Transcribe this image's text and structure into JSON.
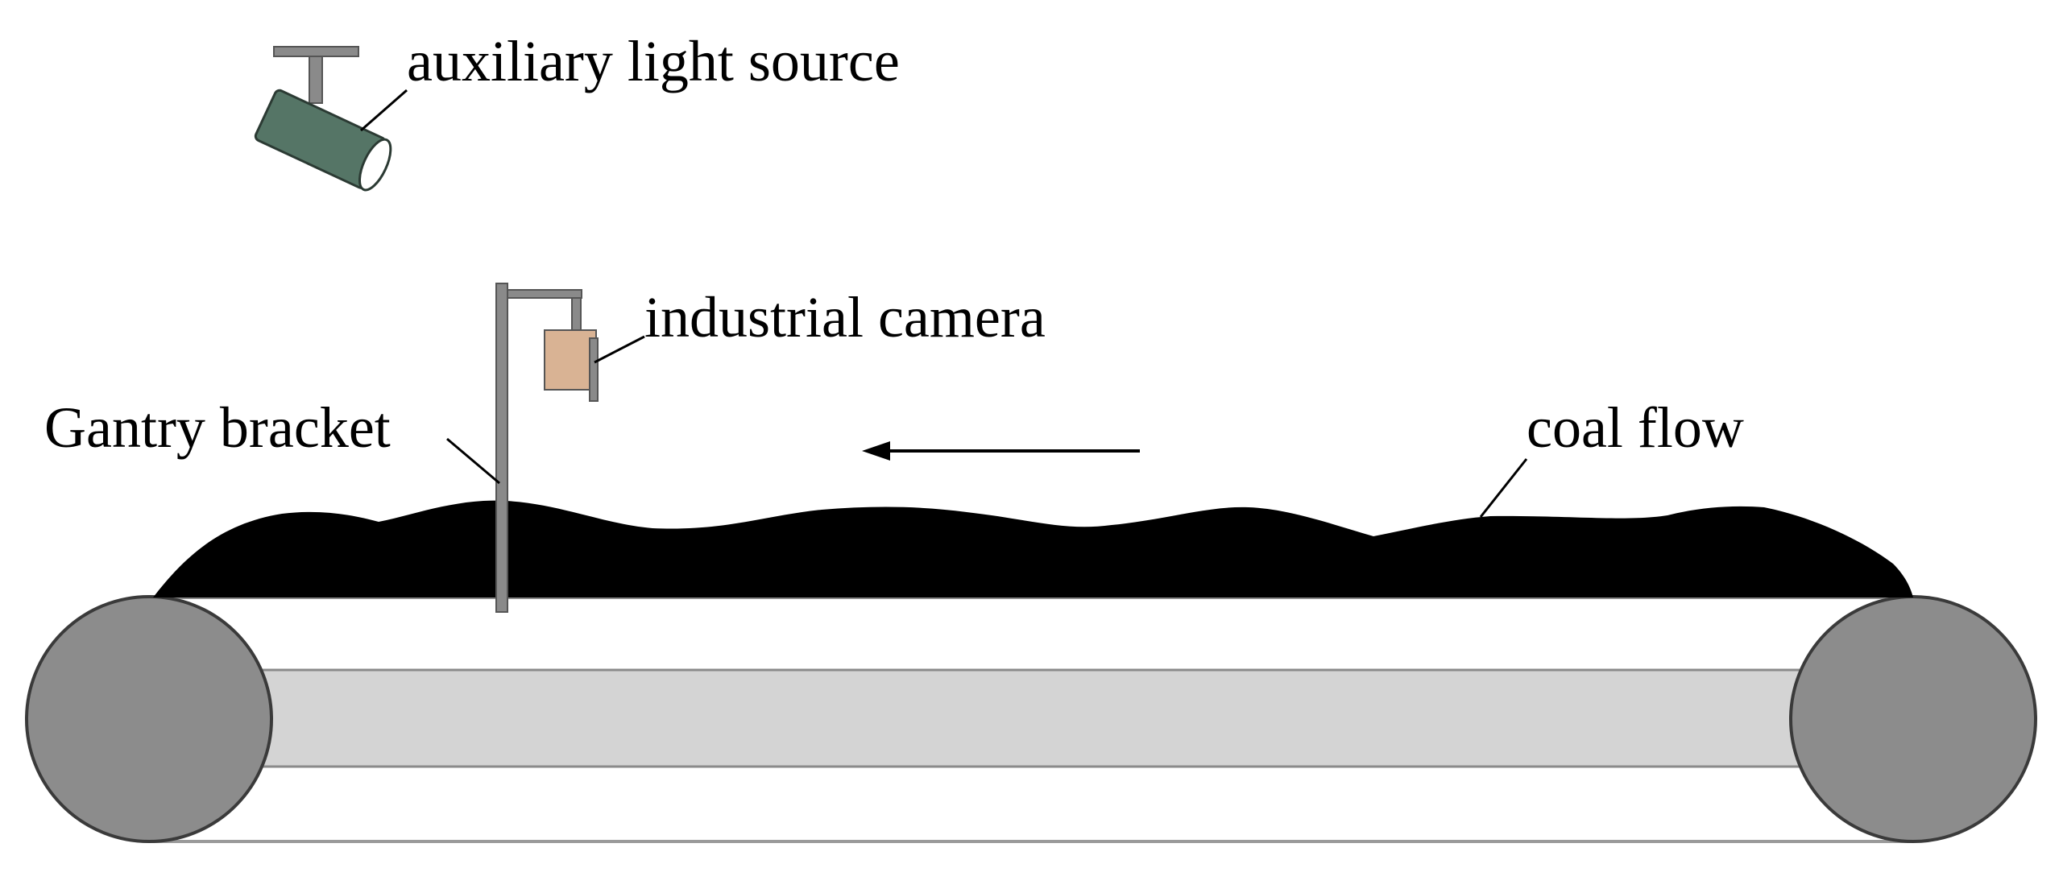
{
  "labels": {
    "light_source": "auxiliary light source",
    "camera": "industrial camera",
    "bracket": "Gantry bracket",
    "coal": "coal flow"
  },
  "colors": {
    "background": "#ffffff",
    "coal": "#000000",
    "roller": "#8c8c8c",
    "roller_outline": "#3a3a3a",
    "belt_inner": "#d4d4d4",
    "belt_outline": "#8a8a8a",
    "bracket": "#8a8a8a",
    "bracket_outline": "#555555",
    "camera_body": "#d9b394",
    "light_body": "#557566",
    "light_mount": "#8a8a8a"
  },
  "icons": {
    "light_source": "spotlight-icon",
    "camera": "camera-icon",
    "arrow": "arrow-left-icon"
  }
}
